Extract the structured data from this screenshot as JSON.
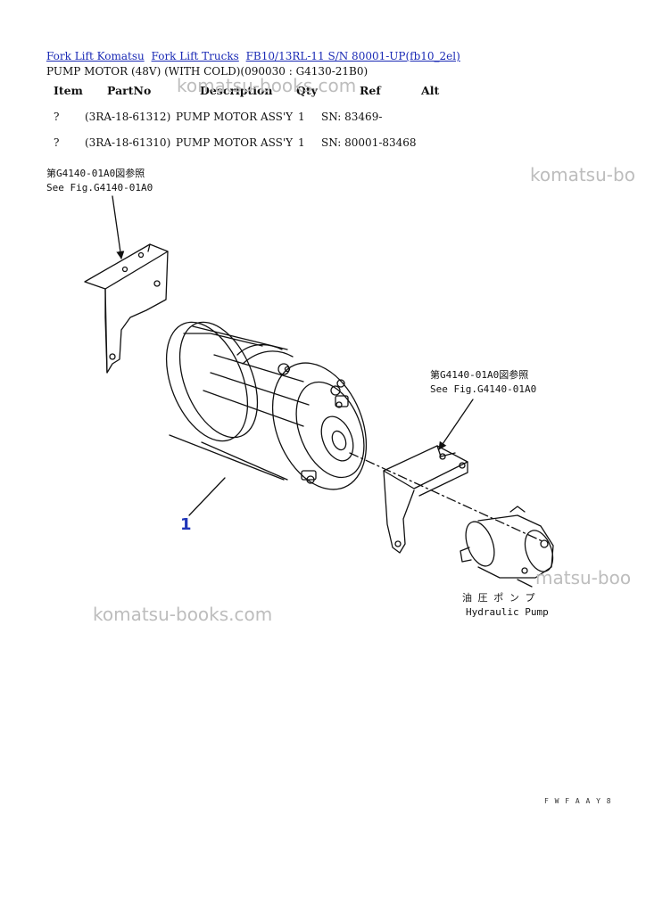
{
  "breadcrumb": [
    "Fork Lift Komatsu",
    "Fork Lift Trucks",
    "FB10/13RL-11 S/N 80001-UP(fb10_2el)"
  ],
  "subtitle": "PUMP MOTOR (48V) (WITH COLD)(090030 : G4130-21B0)",
  "table": {
    "headers": [
      "Item",
      "PartNo",
      "Description",
      "Qty",
      "Ref",
      "Alt"
    ],
    "rows": [
      {
        "item": "?",
        "partno": "(3RA-18-61312)",
        "description": "PUMP MOTOR ASS'Y",
        "qty": "1",
        "ref": "SN: 83469-",
        "alt": ""
      },
      {
        "item": "?",
        "partno": "(3RA-18-61310)",
        "description": "PUMP MOTOR ASS'Y",
        "qty": "1",
        "ref": "SN: 80001-83468",
        "alt": ""
      }
    ]
  },
  "watermark": "komatsu-books.com",
  "watermark_b": "komatsu-bo",
  "watermark_c": "matsu-boo",
  "figure": {
    "ref_top_jp": "第G4140-01A0図参照",
    "ref_top_en": "See Fig.G4140-01A0",
    "ref_right_jp": "第G4140-01A0図参照",
    "ref_right_en": "See Fig.G4140-01A0",
    "pump_jp": "油 圧 ポ ン プ",
    "pump_en": "Hydraulic Pump",
    "item_number": "1",
    "drawing_code": "F W F A A Y 8"
  },
  "colors": {
    "link": "#1a2ab5",
    "callout": "#1f35b8",
    "watermark": "#bdbdbd"
  }
}
